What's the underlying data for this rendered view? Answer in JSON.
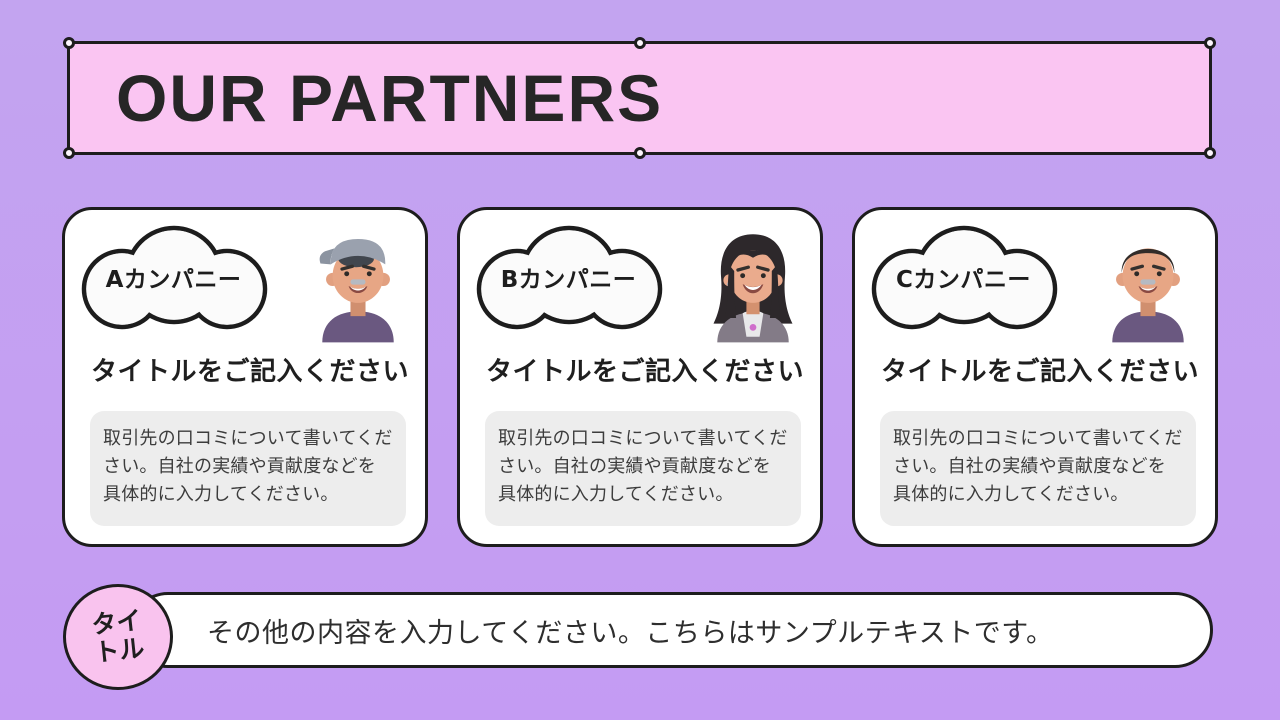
{
  "banner": {
    "title": "OUR PARTNERS"
  },
  "cards": [
    {
      "company": "Aカンパニー",
      "title": "タイトルをご記入ください",
      "body": "取引先の口コミについて書いてください。自社の実績や貢献度などを具体的に入力してください。",
      "avatar_icon": "man-with-backwards-cap"
    },
    {
      "company": "Bカンパニー",
      "title": "タイトルをご記入ください",
      "body": "取引先の口コミについて書いてください。自社の実績や貢献度などを具体的に入力してください。",
      "avatar_icon": "woman-long-hair"
    },
    {
      "company": "Cカンパニー",
      "title": "タイトルをご記入ください",
      "body": "取引先の口コミについて書いてください。自社の実績や貢献度などを具体的に入力してください。",
      "avatar_icon": "man-short-hair"
    }
  ],
  "footer": {
    "badge": "タイトル",
    "message": "その他の内容を入力してください。こちらはサンプルテキストです。"
  },
  "colors": {
    "background_top": "#c3a4f0",
    "background_bottom": "#c49bf3",
    "banner_pink": "#fac5f2",
    "badge_pink": "#f9c3ee",
    "outline_black": "#1d1d1d",
    "card_white": "#ffffff",
    "body_box_gray": "#ededed",
    "text_dark": "#262626"
  }
}
